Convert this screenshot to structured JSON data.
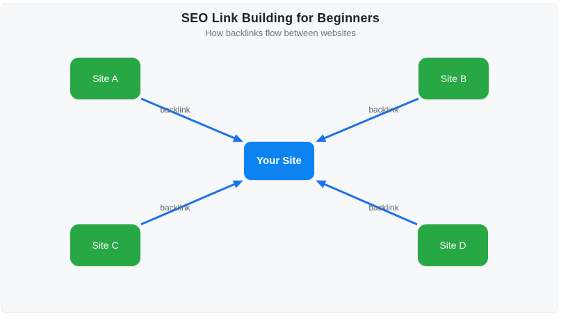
{
  "header": {
    "title": "SEO Link Building for Beginners",
    "subtitle": "How backlinks flow between websites"
  },
  "nodes": {
    "your_site": {
      "label": "Your Site",
      "color": "#0d83f2"
    },
    "site_a": {
      "label": "Site A",
      "color": "#28a745"
    },
    "site_b": {
      "label": "Site B",
      "color": "#28a745"
    },
    "site_c": {
      "label": "Site C",
      "color": "#28a745"
    },
    "site_d": {
      "label": "Site D",
      "color": "#28a745"
    }
  },
  "edges": {
    "arrow_color": "#1a73e8",
    "label_color": "#5a6472",
    "labels": [
      "backlink",
      "backlink",
      "backlink",
      "backlink"
    ]
  }
}
